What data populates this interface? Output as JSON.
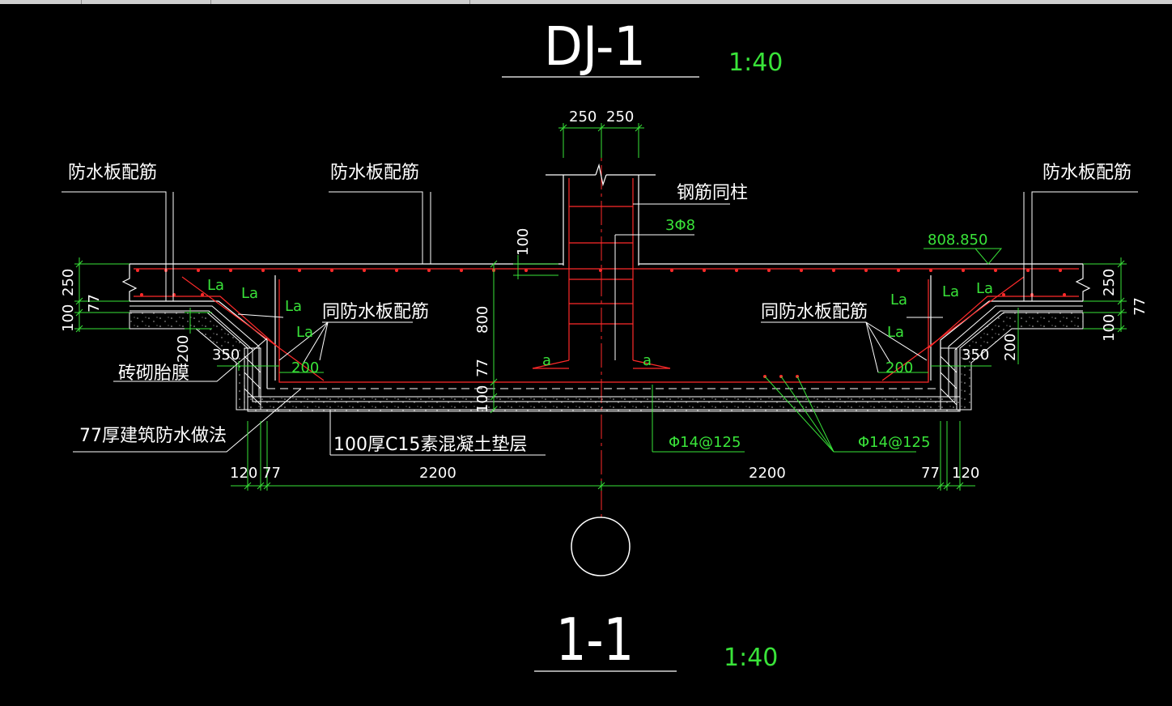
{
  "title": "DJ-1",
  "title_scale": "1:40",
  "section_label": "1-1",
  "section_scale": "1:40",
  "labels": {
    "wp_rebar_left": "防水板配筋",
    "wp_rebar_mid": "防水板配筋",
    "wp_rebar_right": "防水板配筋",
    "rebar_same_column": "钢筋同柱",
    "stirrup": "3Φ8",
    "elevation": "808.850",
    "same_wp_left": "同防水板配筋",
    "same_wp_right": "同防水板配筋",
    "brick_mold": "砖砌胎膜",
    "waterproof": "77厚建筑防水做法",
    "cushion": "100厚C15素混凝土垫层",
    "bottom_rebar_1": "Φ14@125",
    "bottom_rebar_2": "Φ14@125",
    "la": "La",
    "a": "a"
  },
  "dims": {
    "col_left": "250",
    "col_right": "250",
    "d100_top": "100",
    "d800": "800",
    "d77_mid": "77",
    "d100_mid": "100",
    "left_250": "250",
    "left_77": "77",
    "left_100": "100",
    "left_200": "200",
    "left_350": "350",
    "left_inner_200": "200",
    "right_250": "250",
    "right_77": "77",
    "right_100": "100",
    "right_200": "200",
    "right_350": "350",
    "right_inner_200": "200",
    "bot_120_l": "120",
    "bot_77_l": "77",
    "bot_2200_l": "2200",
    "bot_2200_r": "2200",
    "bot_77_r": "77",
    "bot_120_r": "120"
  },
  "colors": {
    "background": "#000000",
    "line_white": "#ffffff",
    "dim_green": "#39e339",
    "rebar_red": "#ff2a2a"
  }
}
